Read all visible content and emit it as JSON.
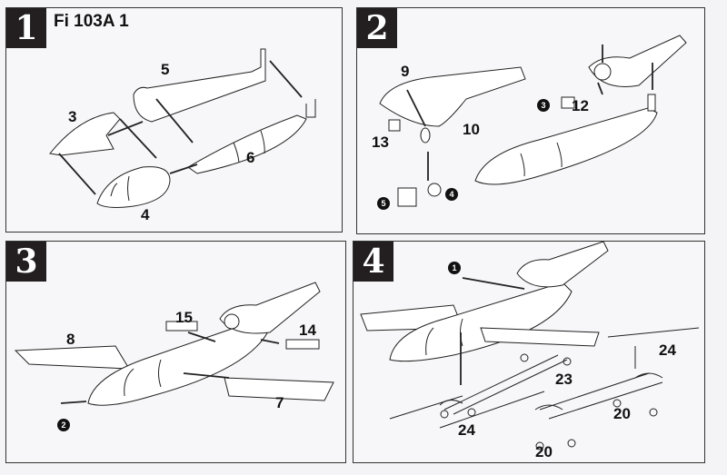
{
  "title": "Fi 103A 1",
  "steps": [
    {
      "number": "1",
      "labels": [
        "5",
        "3",
        "6",
        "4"
      ]
    },
    {
      "number": "2",
      "labels": [
        "9",
        "13",
        "10",
        "12"
      ],
      "callouts": [
        "3",
        "5",
        "4"
      ]
    },
    {
      "number": "3",
      "labels": [
        "15",
        "14",
        "8",
        "7"
      ],
      "callouts": [
        "2"
      ]
    },
    {
      "number": "4",
      "labels": [
        "24",
        "23",
        "20",
        "24",
        "20"
      ],
      "callouts": [
        "1"
      ]
    }
  ]
}
